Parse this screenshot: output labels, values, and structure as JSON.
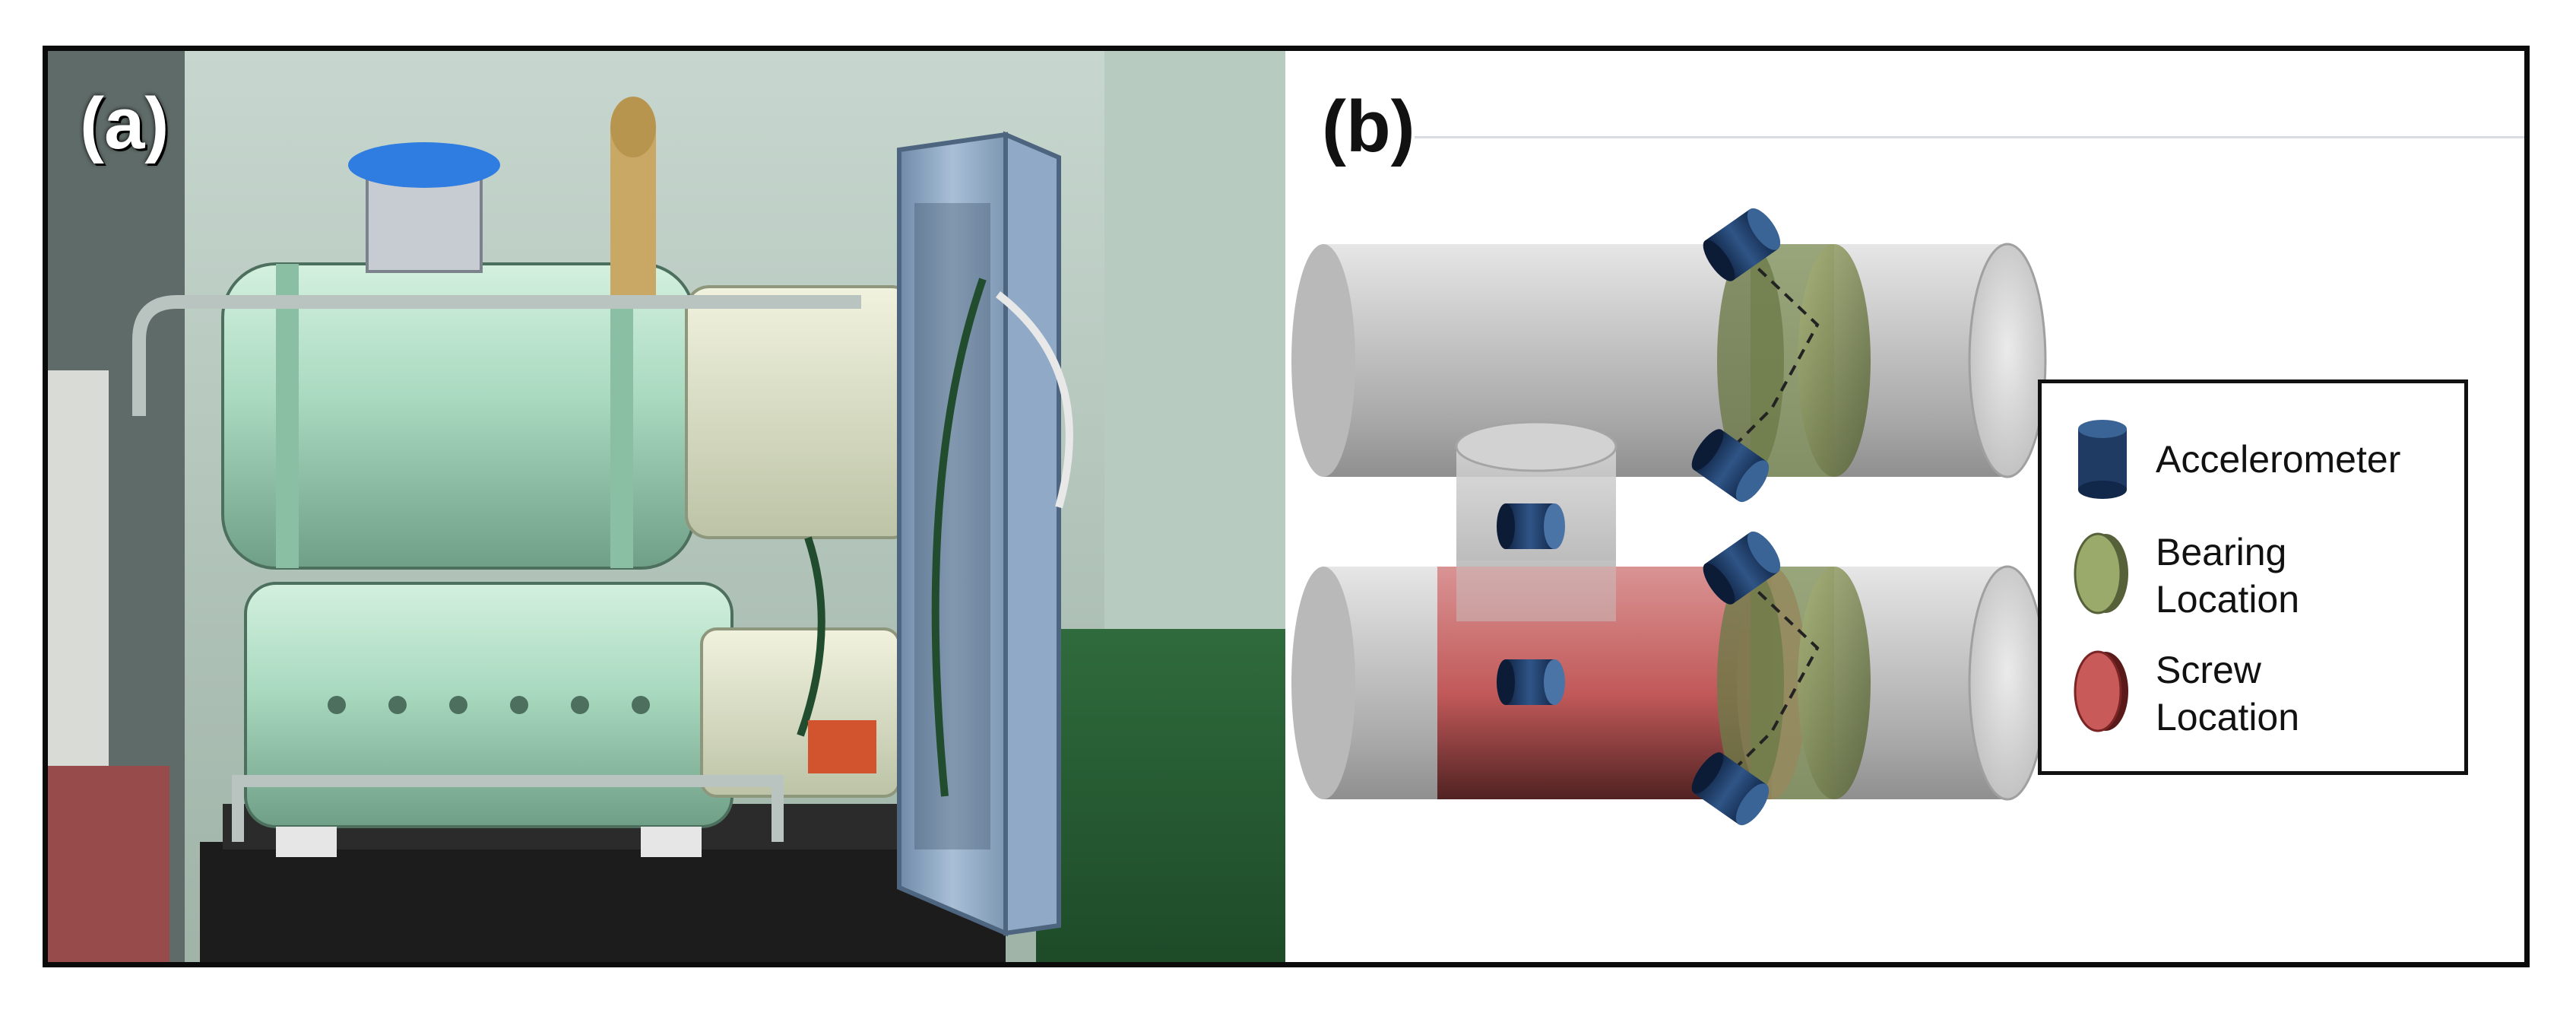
{
  "panels": {
    "a": {
      "label": "(a)"
    },
    "b": {
      "label": "(b)"
    }
  },
  "legend": {
    "accelerometer": {
      "line1": "Accelerometer",
      "icon": "accelerometer-icon"
    },
    "bearing": {
      "line1": "Bearing",
      "line2": "Location",
      "icon": "bearing-location-icon"
    },
    "screw": {
      "line1": "Screw",
      "line2": "Location",
      "icon": "screw-location-icon"
    }
  },
  "colors": {
    "cylinder": "#c9c9c9",
    "bearing": "#7f8f55",
    "screw": "#c24e4e",
    "accelerometer": "#1f3a63",
    "compressor_body": "#a8d9bf",
    "panel_frame": "#8fa9c6"
  }
}
